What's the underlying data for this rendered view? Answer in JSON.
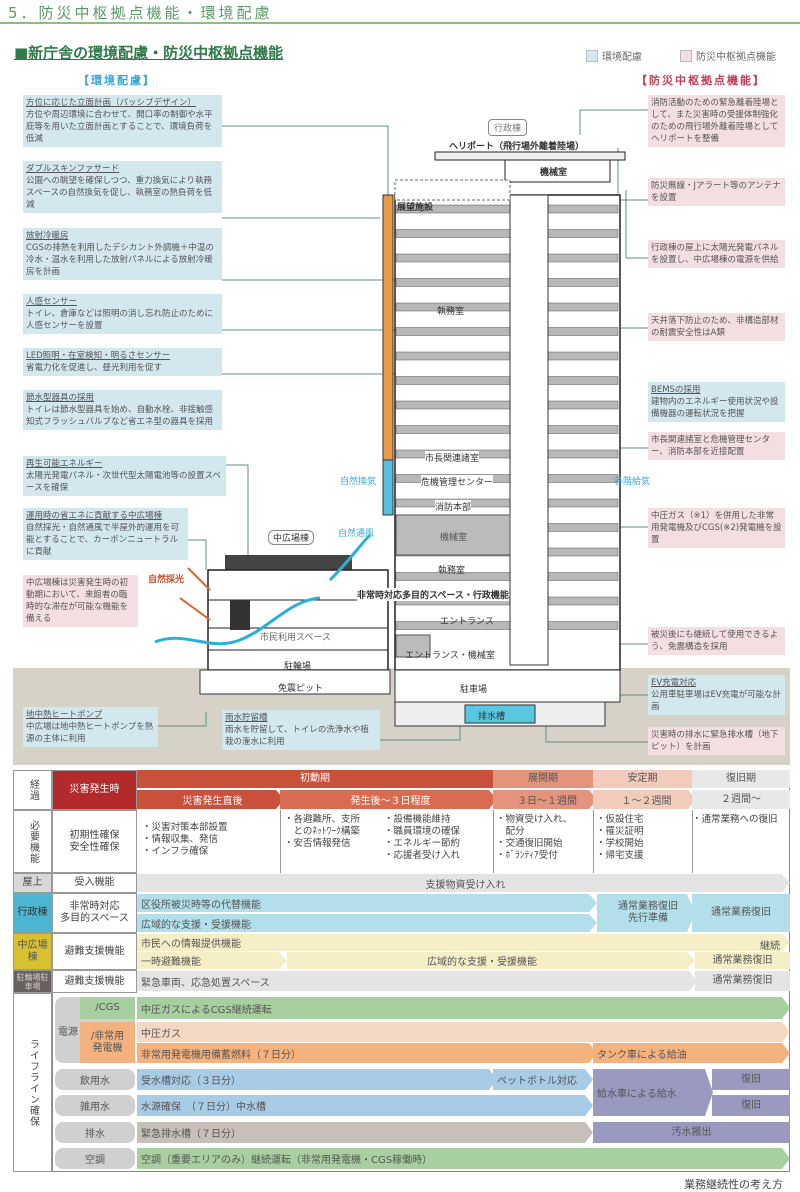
{
  "header": "5．防災中枢拠点機能・環境配慮",
  "title": "■新庁舎の環境配慮・防災中枢拠点機能",
  "legend": {
    "env": "環境配慮",
    "disaster": "防災中枢拠点機能",
    "env_color": "#d3e7ef",
    "disaster_color": "#f3dfe2"
  },
  "sections": {
    "env": "【環境配慮】",
    "disaster": "【防災中枢拠点機能】"
  },
  "left_notes": [
    {
      "title": "方位に応じた立面計画（パッシブデザイン）",
      "body": "方位や周辺環境に合わせて、開口率の制御や水平庇等を用いた立面計画とすることで、環境負荷を低減"
    },
    {
      "title": "ダブルスキンファサード",
      "body": "公園への眺望を確保しつつ、重力換気により執務スペースの自然換気を促し、執務室の熱負荷を低減"
    },
    {
      "title": "放射冷暖房",
      "body": "CGSの排熱を利用したデシカント外調機＋中温の冷水・温水を利用した放射パネルによる放射冷暖房を計画"
    },
    {
      "title": "人感センサー",
      "body": "トイレ、倉庫などは照明の消し忘れ防止のために人感センサーを設置"
    },
    {
      "title": "LED照明・在室検知・明るさセンサー",
      "body": "省電力化を促進し、昼光利用を促す"
    },
    {
      "title": "節水型器具の採用",
      "body": "トイレは節水型器具を始め、自動水栓、非接触感知式フラッシュバルブなど省エネ型の器具を採用"
    },
    {
      "title": "再生可能エネルギー",
      "body": "太陽光発電パネル・次世代型太陽電池等の設置スペースを確保"
    },
    {
      "title": "運用時の省エネに貢献する中広場棟",
      "body": "自然採光・自然通風で半屋外的運用を可能とすることで、カーボンニュートラルに貢献"
    },
    {
      "title": "",
      "body": "中広場棟は災害発生時の初動期において、来館者の臨時的な滞在が可能な機能を備える"
    },
    {
      "title": "地中熱ヒートポンプ",
      "body": "中広場は地中熱ヒートポンプを熱源の主体に利用"
    },
    {
      "title": "雨水貯留槽",
      "body": "雨水を貯留して、トイレの洗浄水や植栽の潅水に利用"
    }
  ],
  "right_notes": [
    {
      "title": "",
      "body": "消防活動のための緊急離着陸場として、また災害時の受援体制強化のための飛行場外離着陸場としてヘリポートを整備"
    },
    {
      "title": "",
      "body": "防災無線・Jアラート等のアンテナを設置"
    },
    {
      "title": "",
      "body": "行政棟の屋上に太陽光発電パネルを設置し、中広場棟の電源を供給"
    },
    {
      "title": "",
      "body": "天井落下防止のため、非構造部材の耐震安全性はA類"
    },
    {
      "title": "BEMSの採用",
      "body": "建物内のエネルギー使用状況や設備機器の運転状況を把握"
    },
    {
      "title": "",
      "body": "市長関連諸室と危機管理センター、消防本部を近接配置"
    },
    {
      "title": "",
      "body": "中圧ガス（※1）を併用した非常用発電機及びCGS(※2)発電機を設置"
    },
    {
      "title": "",
      "body": "被災後にも継続して使用できるよう、免震構造を採用"
    },
    {
      "title": "EV充電対応",
      "body": "公用車駐車場はEV充電が可能な計画"
    },
    {
      "title": "",
      "body": "災害時の排水に緊急排水槽（地下ピット）を計画"
    }
  ],
  "building": {
    "admin": "行政棟",
    "heliport": "ヘリポート（飛行場外離着陸場）",
    "machine_top": "機械室",
    "observation": "展望施設",
    "office1": "執務室",
    "mayor": "市長関連諸室",
    "crisis": "危機管理センター",
    "fire": "消防本部",
    "machine": "機械室",
    "office2": "執務室",
    "multi": "非常時対応多目的スペース・行政機能",
    "entrance": "エントランス",
    "entrance_machine": "エントランス・機械室",
    "parking": "駐車場",
    "drain_tank": "排水槽",
    "plaza": "中広場棟",
    "citizen": "市民利用スペース",
    "bicycle": "駐輪場",
    "pit": "免震ピット",
    "natural_vent": "自然換気",
    "natural_wind": "自然通風",
    "natural_light": "自然採光",
    "floor_supply": "各階給気"
  },
  "table": {
    "row_labels": {
      "progress": "経過",
      "needs": "必要機能",
      "roof": "屋上",
      "admin": "行政棟",
      "plaza": "中広場棟",
      "parking": "駐輪場駐車場",
      "lifeline": "ライフライン確保"
    },
    "disaster_time": "災害発生時",
    "phases": [
      {
        "name": "初動期",
        "sub": [
          "災害発生直後",
          "発生後～３日程度"
        ]
      },
      {
        "name": "展開期",
        "sub": [
          "３日～１週間"
        ]
      },
      {
        "name": "安定期",
        "sub": [
          "１～２週間"
        ]
      },
      {
        "name": "復旧期",
        "sub": [
          "２週間～"
        ]
      }
    ],
    "needs": {
      "label": "初期性確保\n安全性確保",
      "c1": "・災害対策本部設置\n・情報収集、発信\n・インフラ確保",
      "c2": "・各避難所、支所\n　とのﾈｯﾄﾜｰｸ構築\n・安否情報発信",
      "c3": "・設備機能維持\n・職員環境の確保\n・エネルギー節約\n・応援者受け入れ",
      "c4": "・物資受け入れ、\n　配分\n・交通復旧開始\n・ﾎﾞﾗﾝﾃｨｱ受付",
      "c5": "・仮設住宅\n・罹災証明\n・学校開始\n・帰宅支援",
      "c6": "・通常業務への復旧"
    },
    "roof": {
      "label": "受入機能",
      "bar": "支援物資受け入れ"
    },
    "admin": {
      "label": "非常時対応\n多目的スペース",
      "bar1": "区役所被災時等の代替機能",
      "bar2": "広域的な支援・受援機能",
      "prep": "通常業務復旧\n先行準備",
      "recover": "通常業務復旧"
    },
    "plaza": {
      "label": "避難支援機能",
      "bar1": "市民への情報提供機能",
      "cont": "継続",
      "bar2": "一時避難機能",
      "bar3": "広域的な支援・受援機能",
      "recover": "通常業務復旧"
    },
    "parking": {
      "label": "避難支援機能",
      "bar": "緊急車両、応急処置スペース",
      "recover": "通常業務復旧"
    },
    "lifeline": {
      "power": "電源",
      "cgs": "/CGS",
      "gen": "/非常用\n発電機",
      "cgs_bar": "中圧ガスによるCGS継続運転",
      "gas_bar": "中圧ガス",
      "fuel_bar": "非常用発電機用備蓄燃料（７日分）",
      "tank": "タンク車による給油",
      "drink": "飲用水",
      "drink_bar": "受水槽対応（３日分）",
      "bottle": "ペットボトル対応",
      "truck": "給水車による給水",
      "recover1": "復旧",
      "misc": "雑用水",
      "misc_bar": "水源確保　（７日分）中水槽",
      "recover2": "復旧",
      "drain": "排水",
      "drain_bar": "緊急排水槽（７日分）",
      "sewage": "汚水搬出",
      "ac": "空調",
      "ac_bar": "空調（重要エリアのみ）継続運転（非常用発電機・CGS稼働時）"
    }
  },
  "caption": "業務継続性の考え方"
}
